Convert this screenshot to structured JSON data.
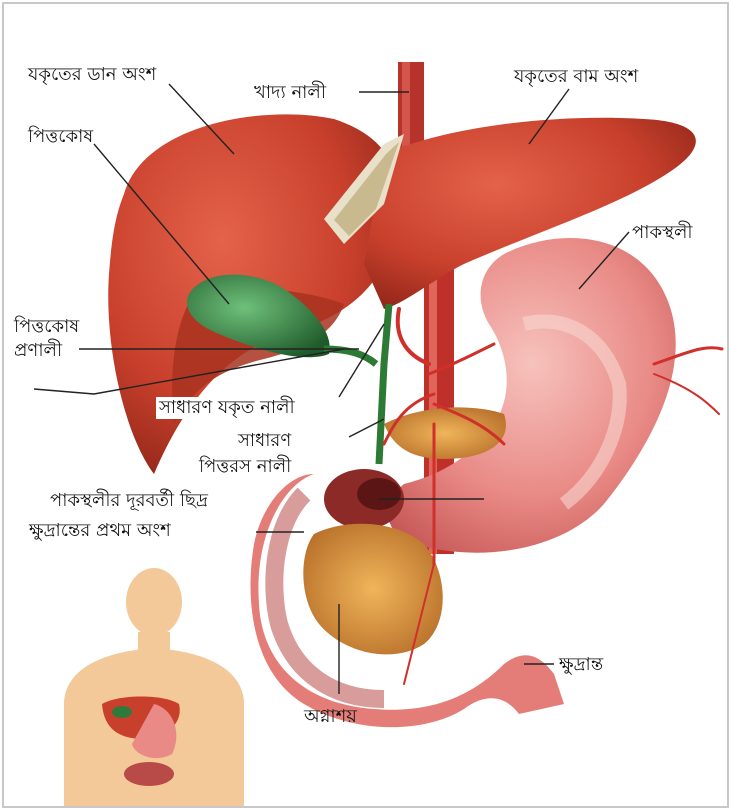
{
  "labels": {
    "liver_right": "যকৃতের ডান অংশ",
    "esophagus": "খাদ্য নালী",
    "liver_left": "যকৃতের বাম অংশ",
    "gallbladder": "পিত্তকোষ",
    "stomach": "পাকস্থলী",
    "cystic_duct_1": "পিত্তকোষ",
    "cystic_duct_2": "প্রণালী",
    "common_hepatic_duct": "সাধারণ যকৃত নালী",
    "common_bile_duct_1": "সাধারণ",
    "common_bile_duct_2": "পিত্তরস নালী",
    "pylorus": "পাকস্থলীর দূরবর্তী ছিদ্র",
    "duodenum": "ক্ষুদ্রান্তের প্রথম অংশ",
    "small_intestine": "ক্ষুদ্রান্ত",
    "pancreas": "অগ্নাশয়"
  },
  "colors": {
    "liver": "#c8402c",
    "stomach": "#e98a86",
    "gallbladder": "#2f7a3b",
    "pancreas": "#d9943b",
    "skin": "#f3c99a"
  }
}
